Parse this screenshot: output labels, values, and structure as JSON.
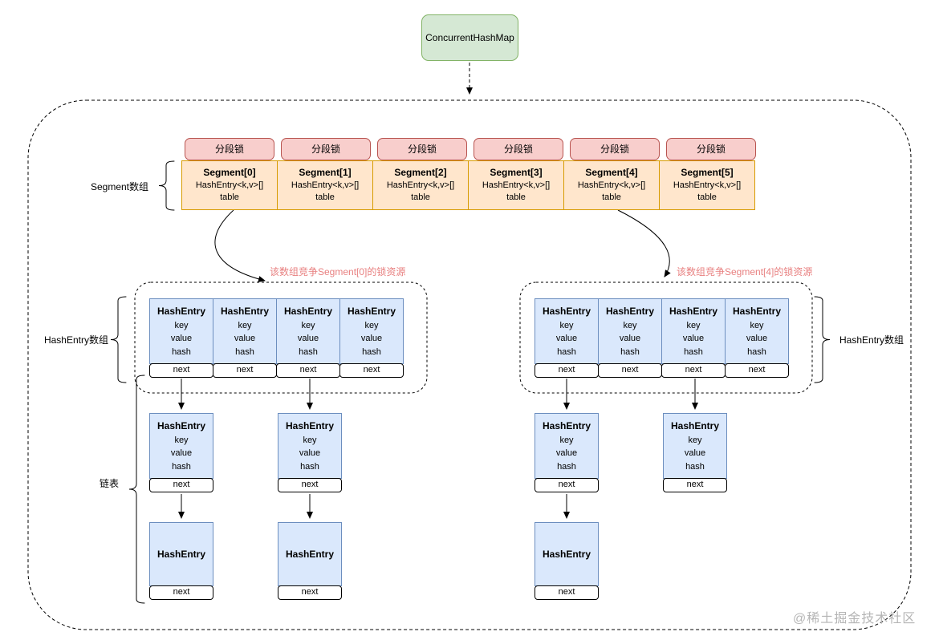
{
  "root": {
    "label": "ConcurrentHashMap"
  },
  "segment_section": {
    "array_label": "Segment数组",
    "lock_label": "分段锁",
    "titles": [
      "Segment[0]",
      "Segment[1]",
      "Segment[2]",
      "Segment[3]",
      "Segment[4]",
      "Segment[5]"
    ],
    "entry_line1": "HashEntry<k,v>[]",
    "entry_line2": "table"
  },
  "annotations": {
    "left": "该数组竞争Segment[0]的锁资源",
    "right": "该数组竞争Segment[4]的锁资源"
  },
  "hash_entry": {
    "title": "HashEntry",
    "key": "key",
    "value": "value",
    "hash": "hash",
    "next": "next"
  },
  "labels": {
    "hashentry_array_left": "HashEntry数组",
    "hashentry_array_right": "HashEntry数组",
    "linked_list": "链表"
  },
  "watermark": "@稀土掘金技术社区",
  "colors": {
    "green_fill": "#d5e8d4",
    "green_border": "#82b366",
    "pink_fill": "#f8cecc",
    "pink_border": "#b85450",
    "orange_fill": "#ffe6cc",
    "orange_border": "#d79b00",
    "blue_fill": "#dae8fc",
    "blue_border": "#6c8ebf",
    "annotation": "#e88080",
    "watermark": "#b5b5b5"
  }
}
